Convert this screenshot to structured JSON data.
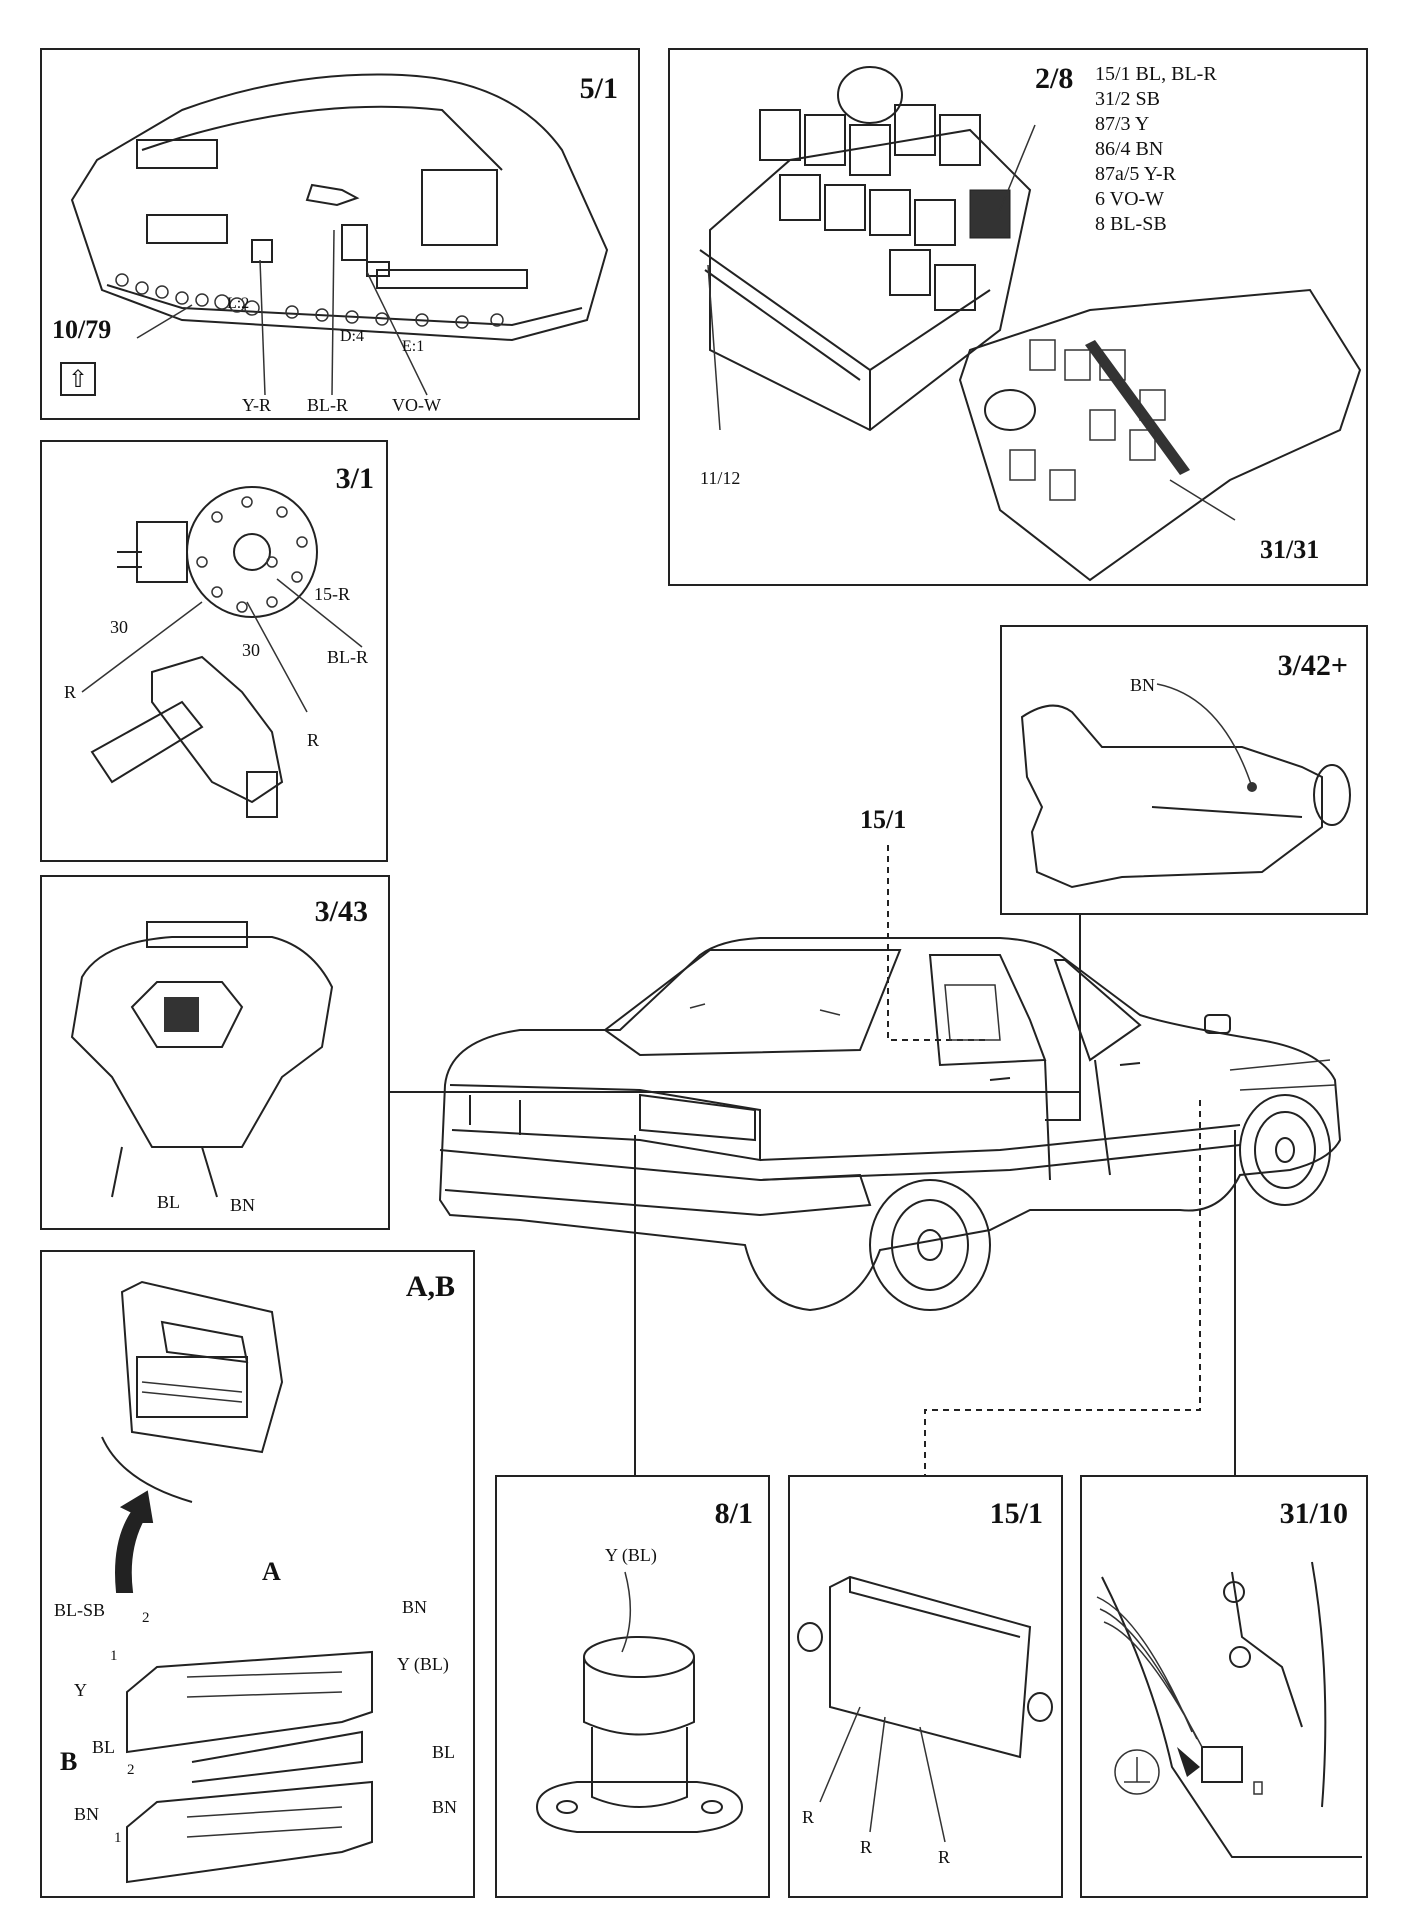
{
  "panels": {
    "p5_1": {
      "title": "5/1",
      "labels": {
        "ref": "10/79",
        "l2": "L:2",
        "d4": "D:4",
        "e1": "E:1",
        "yr": "Y-R",
        "blr": "BL-R",
        "vow": "VO-W"
      },
      "icon": "up-arrow-icon"
    },
    "p2_8": {
      "title": "2/8",
      "wires": [
        "15/1 BL, BL-R",
        "31/2 SB",
        "87/3 Y",
        "86/4 BN",
        "87a/5 Y-R",
        "6 VO-W",
        "8 BL-SB"
      ],
      "labels": {
        "ref1112": "11/12",
        "ref3131": "31/31"
      }
    },
    "p3_1": {
      "title": "3/1",
      "labels": {
        "r15": "15-R",
        "t30a": "30",
        "t30b": "30",
        "blr": "BL-R",
        "ra": "R",
        "rb": "R"
      }
    },
    "p3_42": {
      "title": "3/42+",
      "labels": {
        "bn": "BN"
      }
    },
    "center": {
      "ref": "15/1"
    },
    "p3_43": {
      "title": "3/43",
      "labels": {
        "bl": "BL",
        "bn": "BN"
      }
    },
    "pAB": {
      "title": "A,B",
      "labels": {
        "a": "A",
        "b": "B",
        "a_blsb": "BL-SB",
        "a_2": "2",
        "a_1": "1",
        "a_y": "Y",
        "a_bn": "BN",
        "a_ybl": "Y (BL)",
        "b_bl1": "BL",
        "b_2": "2",
        "b_bn1": "BN",
        "b_1": "1",
        "b_bl2": "BL",
        "b_bn2": "BN"
      }
    },
    "p8_1": {
      "title": "8/1",
      "labels": {
        "ybl": "Y (BL)"
      }
    },
    "p15_1": {
      "title": "15/1",
      "labels": {
        "r1": "R",
        "r2": "R",
        "r3": "R"
      }
    },
    "p31_10": {
      "title": "31/10"
    }
  }
}
